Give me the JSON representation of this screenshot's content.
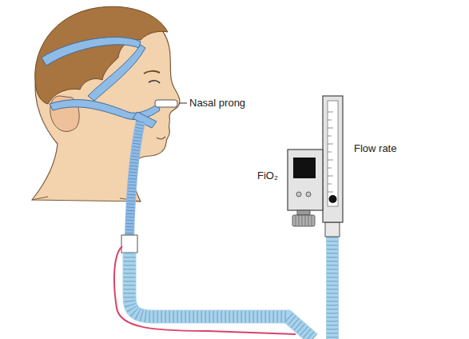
{
  "diagram": {
    "labels": [
      "Nasal prong",
      "FiO₂",
      "Flow rate"
    ]
  }
}
